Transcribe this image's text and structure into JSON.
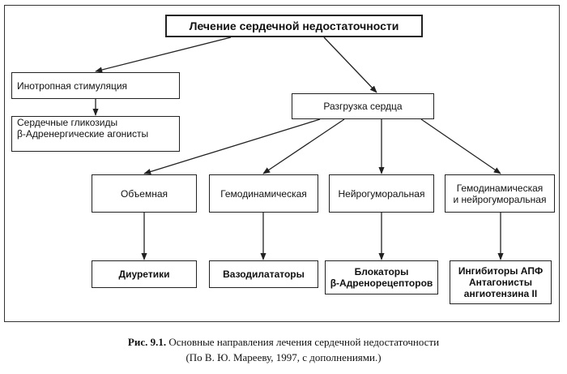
{
  "nodes": {
    "root": "Лечение сердечной недостаточности",
    "inotropic": "Инотропная стимуляция",
    "inotropic_drugs": [
      "Сердечные гликозиды",
      "β-Адренергические агонисты"
    ],
    "unloading": "Разгрузка сердца",
    "volume": "Объемная",
    "hemodynamic": "Гемодинамическая",
    "neurohumoral": "Нейрогуморальная",
    "hemo_neuro": [
      "Гемодинамическая",
      "и нейрогуморальная"
    ],
    "diuretics": "Диуретики",
    "vasodilators": "Вазодилататоры",
    "blockers": [
      "Блокаторы",
      "β-Адренорецепторов"
    ],
    "ace": [
      "Ингибиторы АПФ",
      "Антагонисты",
      "ангиотензина II"
    ]
  },
  "caption": {
    "fig": "Рис. 9.1.",
    "title": "Основные направления лечения сердечной недостаточности",
    "source": "(По В. Ю. Марееву, 1997, с дополнениями.)"
  }
}
